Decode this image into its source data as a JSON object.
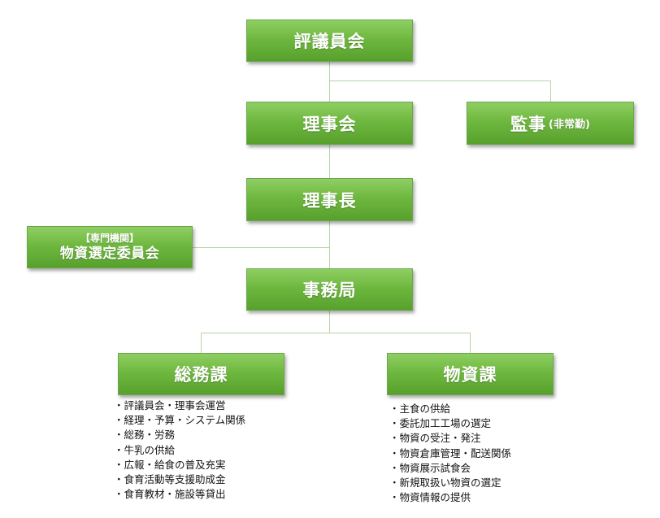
{
  "nodes": {
    "council": "評議員会",
    "board": "理事会",
    "auditor": "監事",
    "auditor_note": "(非常勤)",
    "chairman": "理事長",
    "specialist_tag": "【専門機関】",
    "specialist_name": "物資選定委員会",
    "secretariat": "事務局",
    "general_affairs": "総務課",
    "supplies": "物資課"
  },
  "general_affairs_duties": [
    "評議員会・理事会運営",
    "経理・予算・システム関係",
    "総務・労務",
    "牛乳の供給",
    "広報・給食の普及充実",
    "食育活動等支援助成金",
    "食育教材・施設等貸出"
  ],
  "supplies_duties": [
    "主食の供給",
    "委託加工工場の選定",
    "物資の受注・発注",
    "物資倉庫管理・配送関係",
    "物資展示試食会",
    "新規取扱い物資の選定",
    "物資情報の提供"
  ],
  "colors": {
    "box_fill_top": "#8fcf63",
    "box_fill_bottom": "#57a02d",
    "connector": "#b7d4a6",
    "box_text": "#ffffff"
  }
}
